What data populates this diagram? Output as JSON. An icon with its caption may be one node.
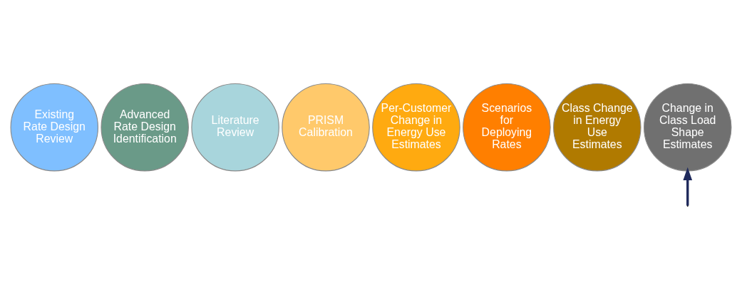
{
  "diagram": {
    "nodes": [
      {
        "text": [
          "Existing Rate Design Review"
        ]
      },
      {
        "text": [
          "Advanced Rate Design Identification"
        ]
      },
      {
        "text": [
          "Literature Review"
        ]
      },
      {
        "text": [
          "PRISM Calibration"
        ]
      },
      {
        "text": [
          "Per-Customer Change in Energy Use Estimates"
        ]
      },
      {
        "text": [
          "Scenarios for Deploying Rates"
        ]
      },
      {
        "text": [
          "Class Change in Energy Use Estimates"
        ]
      },
      {
        "text": [
          "Change in Class Load Shape Estimates"
        ]
      }
    ],
    "edges": [
      {
        "from": null,
        "to": 7,
        "arrow": "to",
        "color": "#1f2a5c"
      }
    ]
  }
}
